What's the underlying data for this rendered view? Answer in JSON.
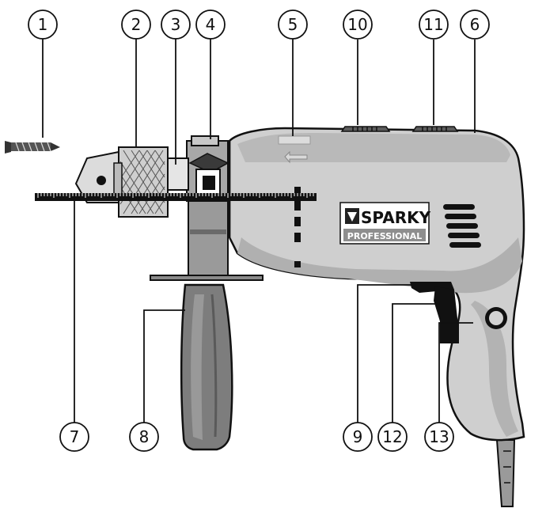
{
  "callouts": [
    "1",
    "2",
    "3",
    "4",
    "5",
    "10",
    "11",
    "6",
    "7",
    "8",
    "9",
    "12",
    "13"
  ],
  "brand": {
    "name": "SPARKY",
    "sub": "PROFESSIONAL"
  },
  "colors": {
    "body": "#cfcfcf",
    "body_dark": "#a9a9a9",
    "handle": "#7d7d7d",
    "black": "#111111",
    "chuck": "#dedede"
  },
  "icons": [
    "screw-icon",
    "chuck",
    "depth-gauge",
    "rotation-arrow-icon",
    "vent-slots",
    "power-cord"
  ]
}
